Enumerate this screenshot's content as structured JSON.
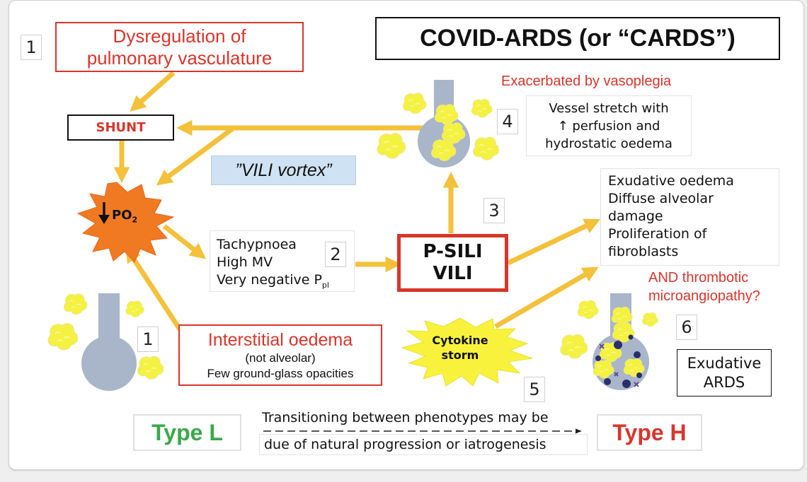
{
  "title": "COVID-ARDS (or “CARDS”)",
  "dysregulation": {
    "line1": "Dysregulation of",
    "line2": "pulmonary vasculature",
    "number": "1"
  },
  "shunt": "SHUNT",
  "po2": {
    "label": "PO",
    "sub": "2"
  },
  "vortex": "”VILI vortex”",
  "exacerbated": "Exacerbated by vasoplegia",
  "vessel": {
    "number": "4",
    "line1": "Vessel stretch with",
    "line2": "↑ perfusion and",
    "line3": "hydrostatic oedema"
  },
  "tachy": {
    "line1": "Tachypnoea",
    "line2": "High MV",
    "line3": "Very negative P",
    "sub": "pl",
    "number": "2"
  },
  "psili": {
    "line1": "P-SILI",
    "line2": "VILI"
  },
  "n3": "3",
  "exudative_list": {
    "line1": "Exudative oedema",
    "line2": "Diffuse alveolar",
    "line3": "damage",
    "line4": "Proliferation of",
    "line5": "fibroblasts"
  },
  "thrombotic": {
    "line1": "AND thrombotic",
    "line2": "microangiopathy?"
  },
  "interstitial": {
    "number": "1",
    "line1": "Interstitial oedema",
    "line2": "(not alveolar)",
    "line3": "Few ground-glass opacities"
  },
  "cytokine": {
    "line1": "Cytokine",
    "line2": "storm",
    "number": "5"
  },
  "ards": {
    "number": "6",
    "line1": "Exudative",
    "line2": "ARDS"
  },
  "typeL": "Type L",
  "typeH": "Type H",
  "transition": {
    "line1": "Transitioning between phenotypes may be",
    "line2": "due of natural progression or iatrogenesis"
  },
  "colors": {
    "arrow": "#f3c13a",
    "red": "#d9352b",
    "green": "#3aa84a",
    "orange": "#f07a22",
    "vessel": "#a9b5c8",
    "fluid": "#f4f240",
    "vortex_bg": "#cfe2f3"
  },
  "icons": [
    "vessel-icon",
    "fluid-blob-icon",
    "star-burst-icon",
    "down-arrow-icon"
  ]
}
